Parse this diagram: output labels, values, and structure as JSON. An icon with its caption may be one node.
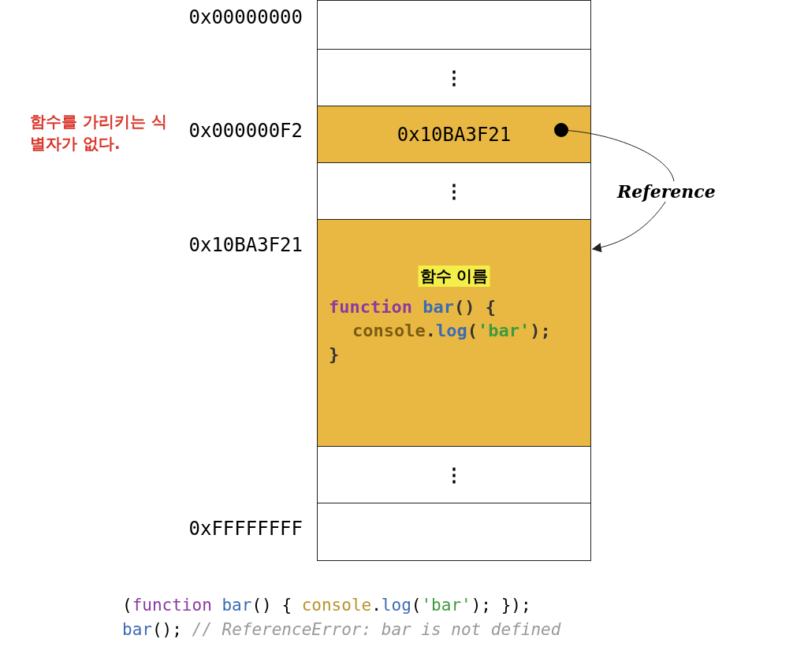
{
  "diagram": {
    "nodes": [
      {
        "text": [],
        "shape": "box"
      },
      {
        "text": [
          "⋮"
        ]
      },
      {
        "text": [
          "0x10BA3F21"
        ]
      },
      {
        "text": [
          "⋮"
        ]
      },
      {
        "text": [
          "함수 이름",
          "function bar() {",
          "console.log('bar');",
          "}"
        ]
      },
      {
        "text": [
          "⋮"
        ]
      },
      {
        "text": [],
        "shape": "box"
      }
    ],
    "edges": [
      {
        "from": 2,
        "to": 4,
        "arrow": "to",
        "label": "Reference"
      }
    ],
    "labels": [
      "0x00000000",
      "함수를 가리키는 식별자가 없다.",
      "0x000000F2",
      "0x10BA3F21",
      "0xFFFFFFFF",
      "(function bar() { console.log('bar'); });",
      "bar(); // ReferenceError: bar is not defined"
    ]
  }
}
